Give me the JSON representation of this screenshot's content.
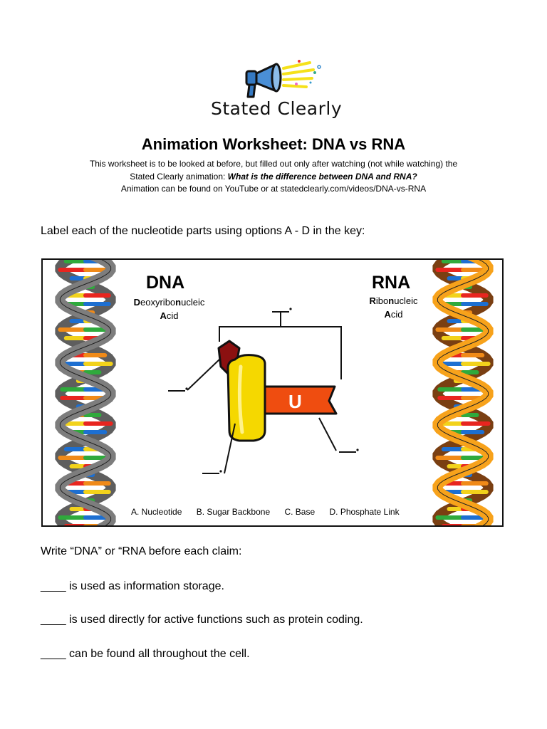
{
  "brand": {
    "name": "Stated Clearly",
    "logo_icon": "megaphone-icon"
  },
  "header": {
    "title": "Animation Worksheet: DNA vs RNA",
    "intro_line1": "This worksheet is to be looked at before, but filled out only after watching (not while watching) the",
    "intro_line2_prefix": "Stated Clearly animation: ",
    "intro_line2_emphasis": "What is the difference between DNA and RNA?",
    "intro_line3": "Animation can be found on YouTube or at statedclearly.com/videos/DNA-vs-RNA"
  },
  "section1": {
    "instruction": "Label each of the nucleotide parts using options A - D in the key:"
  },
  "figure": {
    "dna": {
      "heading": "DNA",
      "line1_a": "D",
      "line1_b": "eoxyribo",
      "line1_c": "n",
      "line1_d": "ucleic",
      "line2_a": "A",
      "line2_b": "cid"
    },
    "rna": {
      "heading": "RNA",
      "line1_a": "R",
      "line1_b": "ibo",
      "line1_c": "n",
      "line1_d": "ucleic",
      "line2_a": "A",
      "line2_b": "cid"
    },
    "base_letter": "U",
    "key": [
      "A. Nucleotide",
      "B. Sugar Backbone",
      "C. Base",
      "D. Phosphate Link"
    ],
    "colors": {
      "dna_strand": "#7d7d7d",
      "rna_strand_front": "#f7a21b",
      "rna_strand_back": "#7a3f12",
      "sugar": "#f5d800",
      "phosphate": "#8b1010",
      "base": "#ef4d10"
    }
  },
  "section2": {
    "instruction": "Write “DNA” or “RNA before each claim:",
    "claims": [
      "____ is used as information storage.",
      "____ is used directly for active functions such as protein coding.",
      "____ can be found all throughout the cell."
    ]
  }
}
